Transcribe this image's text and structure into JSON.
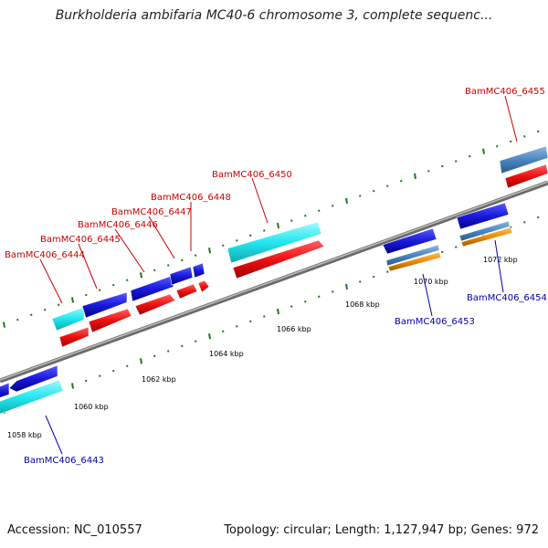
{
  "title": "Burkholderia ambifaria MC40-6 chromosome 3, complete sequenc...",
  "footer": {
    "accession": "Accession: NC_010557",
    "summary": "Topology: circular; Length: 1,127,947 bp; Genes: 972"
  },
  "colors": {
    "backbone": "#888888",
    "tick": "#1e7a1e",
    "gene_blue": "#1a1adc",
    "gene_red": "#ee1111",
    "gene_cyan": "#22e6ee",
    "gene_steel": "#4a86c0",
    "gene_orange": "#ee8a00",
    "label_top": "#cc0000",
    "label_bottom": "#0000aa"
  },
  "scale_labels": [
    "1058 kbp",
    "1060 kbp",
    "1062 kbp",
    "1064 kbp",
    "1066 kbp",
    "1068 kbp",
    "1070 kbp",
    "1072 kbp"
  ],
  "gene_labels_top": [
    "BamMC406_6444",
    "BamMC406_6445",
    "BamMC406_6446",
    "BamMC406_6447",
    "BamMC406_6448",
    "BamMC406_6450",
    "BamMC406_6455"
  ],
  "gene_labels_bottom": [
    "BamMC406_6443",
    "BamMC406_6453",
    "BamMC406_6454"
  ]
}
